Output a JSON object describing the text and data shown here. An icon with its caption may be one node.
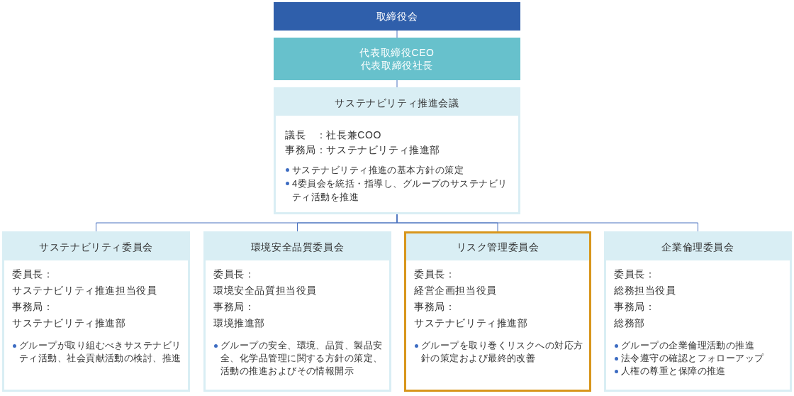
{
  "diagram": {
    "nodes": [
      {
        "text": [
          "取締役会"
        ]
      },
      {
        "text": [
          "代表取締役CEO",
          "代表取締役社長"
        ]
      },
      {
        "text": [
          "サステナビリティ推進会議",
          "議長　：社長兼COO",
          "事務局：サステナビリティ推進部",
          "サステナビリティ推進の基本方針の策定",
          "4委員会を統括・指導し、グループのサステナビリティ活動を推進"
        ]
      },
      {
        "text": [
          "サステナビリティ委員会",
          "委員長：",
          "サステナビリティ推進担当役員",
          "事務局：",
          "サステナビリティ推進部",
          "グループが取り組むべきサステナビリティ活動、社会貢献活動の検討、推進"
        ]
      },
      {
        "text": [
          "環境安全品質委員会",
          "委員長：",
          "環境安全品質担当役員",
          "事務局：",
          "環境推進部",
          "グループの安全、環境、品質、製品安全、化学品管理に関する方針の策定、活動の推進およびその情報開示"
        ]
      },
      {
        "text": [
          "リスク管理委員会",
          "委員長：",
          "経営企画担当役員",
          "事務局：",
          "サステナビリティ推進部",
          "グループを取り巻くリスクへの対応方針の策定および最終的改善"
        ]
      },
      {
        "text": [
          "企業倫理委員会",
          "委員長：",
          "総務担当役員",
          "事務局：",
          "総務部",
          "グループの企業倫理活動の推進",
          "法令遵守の確認とフォローアップ",
          "人権の尊重と保障の推進"
        ]
      }
    ],
    "edges": [
      {
        "from": 0,
        "to": 1,
        "arrow": "none"
      },
      {
        "from": 1,
        "to": 2,
        "arrow": "none"
      },
      {
        "from": 2,
        "to": 3,
        "arrow": "none"
      },
      {
        "from": 2,
        "to": 4,
        "arrow": "none"
      },
      {
        "from": 2,
        "to": 5,
        "arrow": "none"
      },
      {
        "from": 2,
        "to": 6,
        "arrow": "none"
      }
    ]
  }
}
